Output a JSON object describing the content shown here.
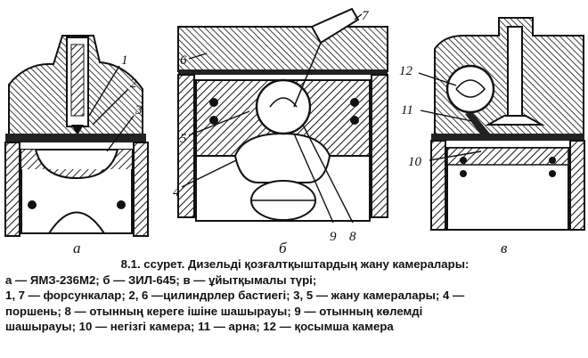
{
  "figure": {
    "panels": [
      {
        "letter": "а",
        "labels": [
          "1",
          "2",
          "3"
        ]
      },
      {
        "letter": "б",
        "labels": [
          "6",
          "7",
          "5",
          "4",
          "9",
          "8"
        ]
      },
      {
        "letter": "в",
        "labels": [
          "12",
          "11",
          "10"
        ]
      }
    ]
  },
  "caption": {
    "title": "8.1. ссурет. Дизельді қозғалтқыштардың жану камералары:",
    "lines": [
      "а — ЯМЗ-236М2; б — ЗИЛ-645; в — ұйытқымалы түрі;",
      "1, 7 — форсункалар;  2, 6 —цилиндрлер бастиегі; 3, 5 — жану камералары;  4 —",
      "поршень; 8 — отынның кереге ішіне шашырауы;  9 — отынның көлемді",
      "шашырауы;  10 — негізгі камера; 11 — арна;  12 — қосымша  камера"
    ]
  }
}
